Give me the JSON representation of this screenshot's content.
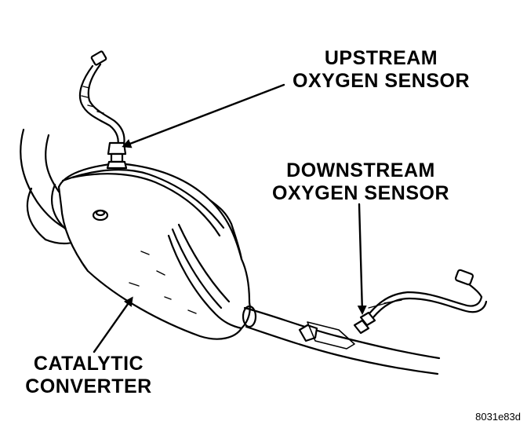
{
  "labels": {
    "upstream": {
      "line1": "UPSTREAM",
      "line2": "OXYGEN SENSOR"
    },
    "downstream": {
      "line1": "DOWNSTREAM",
      "line2": "OXYGEN SENSOR"
    },
    "catalytic": {
      "line1": "CATALYTIC",
      "line2": "CONVERTER"
    }
  },
  "figure_id": "8031e83d",
  "colors": {
    "ink": "#000000",
    "paper": "#ffffff",
    "shade": "#d9d9d9"
  }
}
